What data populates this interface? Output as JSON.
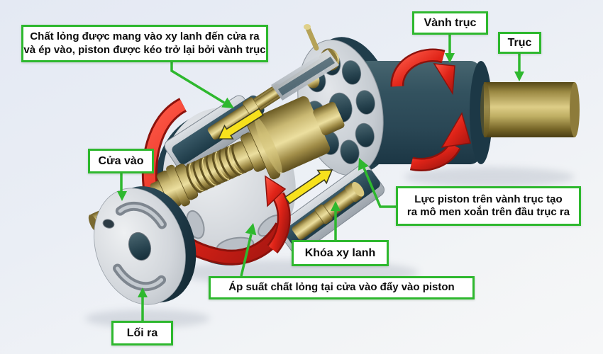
{
  "diagram": {
    "subject": "axial-piston-pump-exploded-view",
    "callouts": {
      "fluid_return": {
        "line1": "Chất lỏng được mang vào xy lanh đến cửa ra",
        "line2": "và ép vào, piston được kéo trở lại bởi vành trục"
      },
      "shaft_ring": {
        "text": "Vành trục"
      },
      "shaft": {
        "text": "Trục"
      },
      "inlet_port": {
        "text": "Cửa vào"
      },
      "outlet_port": {
        "text": "Lối ra"
      },
      "cylinder_lock": {
        "text": "Khóa xy lanh"
      },
      "inlet_pressure": {
        "text": "Áp suất  chất lỏng tại cửa vào đẩy vào piston"
      },
      "piston_force": {
        "line1": "Lực piston trên vành trục tạo",
        "line2": "ra mô men xoắn trên đầu trục ra"
      }
    },
    "colors": {
      "callout_green": "#2eb82e",
      "rotation_red": "#e02418",
      "piston_arrow_yellow": "#f7e11c",
      "brass": "#b3a055",
      "housing_slate": "#2e4c5b",
      "steel_gray": "#c7ccd2",
      "background": "#e9edf3"
    }
  }
}
